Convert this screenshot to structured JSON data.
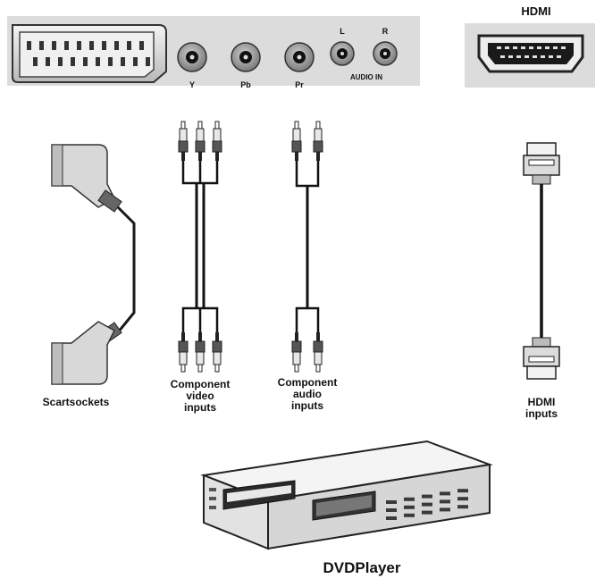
{
  "panel": {
    "hdmi_title": "HDMI",
    "jack_y": "Y",
    "jack_pb": "Pb",
    "jack_pr": "Pr",
    "audio_l": "L",
    "audio_r": "R",
    "audio_in": "AUDIO IN"
  },
  "cables": {
    "scart_caption": "Scartsockets",
    "component_video_caption": [
      "Component",
      "video",
      "inputs"
    ],
    "component_audio_caption": [
      "Component",
      "audio",
      "inputs"
    ],
    "hdmi_caption": [
      "HDMI",
      "inputs"
    ]
  },
  "device": {
    "caption": "DVDPlayer"
  }
}
